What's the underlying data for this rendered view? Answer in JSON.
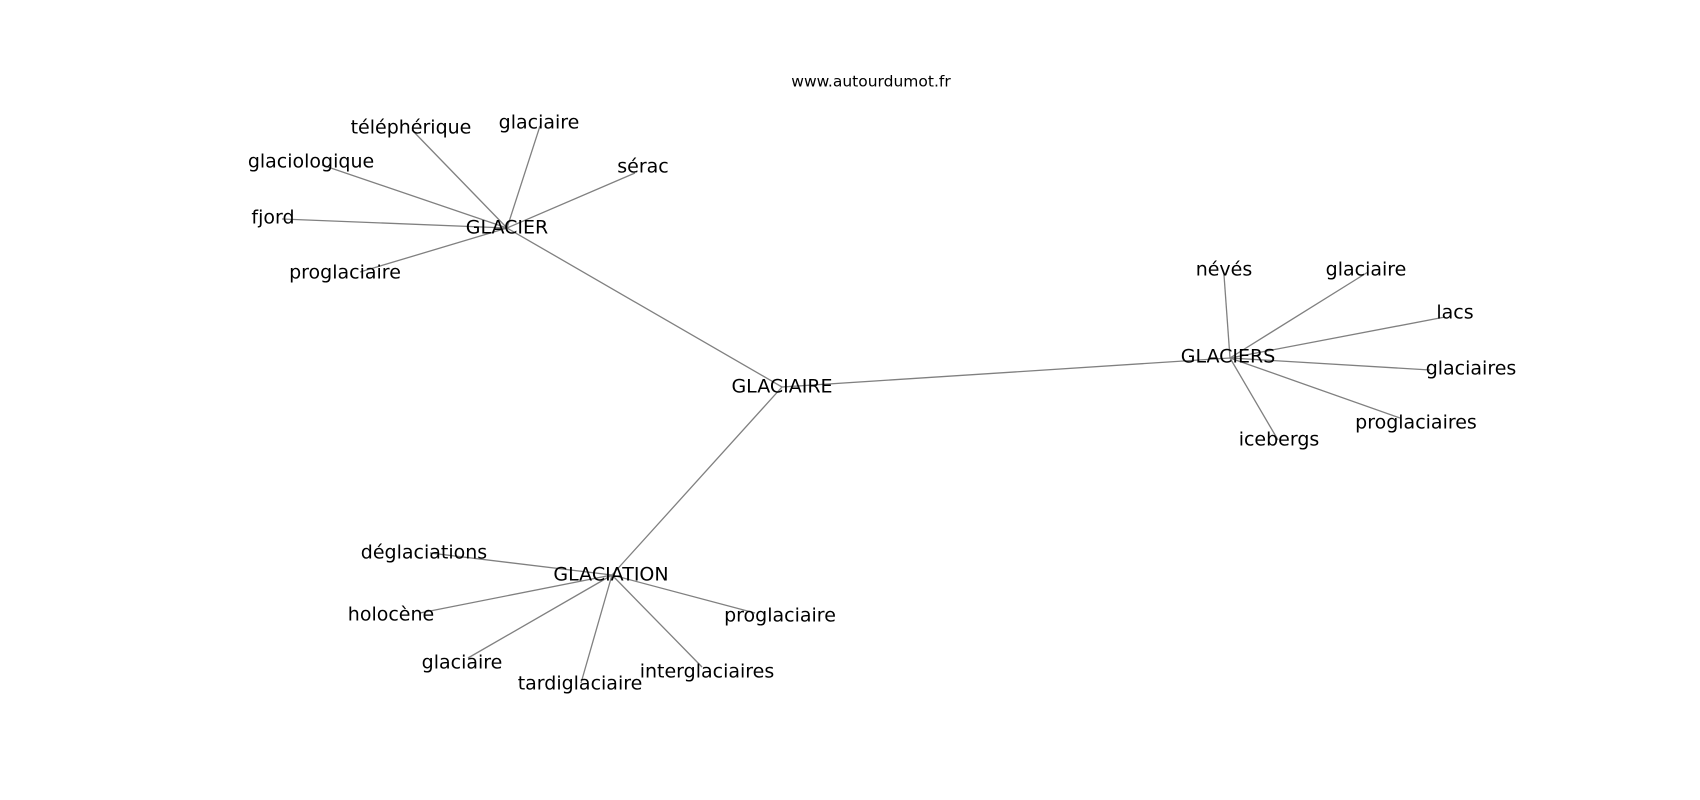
{
  "site": "www.autourdumot.fr",
  "center": "GLACIAIRE",
  "clusters": [
    {
      "word": "GLACIER",
      "neighbors": [
        "glaciaire",
        "sérac",
        "téléphérique",
        "glaciologique",
        "fjord",
        "proglaciaire"
      ]
    },
    {
      "word": "GLACIERS",
      "neighbors": [
        "névés",
        "glaciaire",
        "lacs",
        "glaciaires",
        "proglaciaires",
        "icebergs"
      ]
    },
    {
      "word": "GLACIATION",
      "neighbors": [
        "déglaciations",
        "holocène",
        "glaciaire",
        "tardiglaciaire",
        "interglaciaires",
        "proglaciaire"
      ]
    }
  ]
}
